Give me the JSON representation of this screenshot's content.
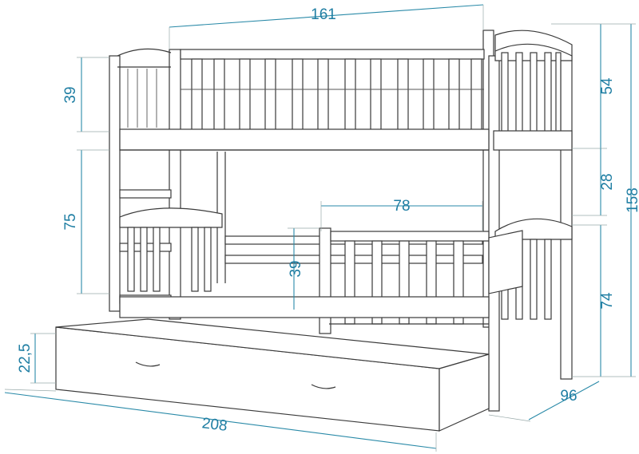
{
  "colors": {
    "dimension": "#1f7ea3",
    "outline": "#3a3a3a",
    "background": "#ffffff"
  },
  "dimensions": {
    "top_width": "161",
    "top_rail_height": "39",
    "top_guard_height": "54",
    "gap_height": "28",
    "total_height": "158",
    "bottom_opening": "75",
    "bottom_rail_width": "78",
    "bottom_rail_height": "39",
    "bottom_height": "74",
    "drawer_height": "22,5",
    "depth": "96",
    "total_length": "208"
  }
}
